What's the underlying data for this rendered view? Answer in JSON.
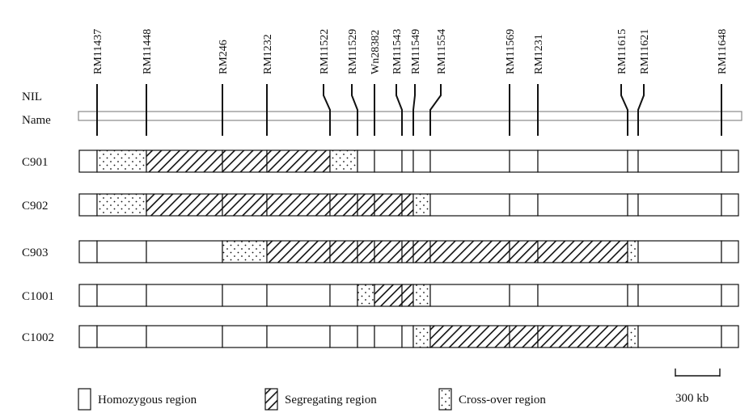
{
  "header_labels": {
    "nil": "NIL",
    "name": "Name"
  },
  "markers": [
    "RM11437",
    "RM11448",
    "RM246",
    "RM1232",
    "RM11522",
    "RM11529",
    "Wn28382",
    "RM11543",
    "RM11549",
    "RM11554",
    "RM11569",
    "RM1231",
    "RM11615",
    "RM11621",
    "RM11648"
  ],
  "lines": [
    {
      "name": "C901",
      "segments": [
        {
          "type": "homozygous"
        },
        {
          "type": "crossover"
        },
        {
          "type": "segregating"
        },
        {
          "type": "segregating"
        },
        {
          "type": "segregating"
        },
        {
          "type": "crossover"
        },
        {
          "type": "homozygous"
        },
        {
          "type": "homozygous"
        },
        {
          "type": "homozygous"
        },
        {
          "type": "homozygous"
        },
        {
          "type": "homozygous"
        },
        {
          "type": "homozygous"
        },
        {
          "type": "homozygous"
        },
        {
          "type": "homozygous"
        },
        {
          "type": "homozygous"
        },
        {
          "type": "homozygous"
        }
      ]
    },
    {
      "name": "C902",
      "segments": [
        {
          "type": "homozygous"
        },
        {
          "type": "crossover"
        },
        {
          "type": "segregating"
        },
        {
          "type": "segregating"
        },
        {
          "type": "segregating"
        },
        {
          "type": "segregating"
        },
        {
          "type": "segregating"
        },
        {
          "type": "segregating"
        },
        {
          "type": "segregating"
        },
        {
          "type": "crossover"
        },
        {
          "type": "homozygous"
        },
        {
          "type": "homozygous"
        },
        {
          "type": "homozygous"
        },
        {
          "type": "homozygous"
        },
        {
          "type": "homozygous"
        },
        {
          "type": "homozygous"
        }
      ]
    },
    {
      "name": "C903",
      "segments": [
        {
          "type": "homozygous"
        },
        {
          "type": "homozygous"
        },
        {
          "type": "homozygous"
        },
        {
          "type": "crossover"
        },
        {
          "type": "segregating"
        },
        {
          "type": "segregating"
        },
        {
          "type": "segregating"
        },
        {
          "type": "segregating"
        },
        {
          "type": "segregating"
        },
        {
          "type": "segregating"
        },
        {
          "type": "segregating"
        },
        {
          "type": "segregating"
        },
        {
          "type": "segregating"
        },
        {
          "type": "crossover"
        },
        {
          "type": "homozygous"
        },
        {
          "type": "homozygous"
        }
      ]
    },
    {
      "name": "C1001",
      "segments": [
        {
          "type": "homozygous"
        },
        {
          "type": "homozygous"
        },
        {
          "type": "homozygous"
        },
        {
          "type": "homozygous"
        },
        {
          "type": "homozygous"
        },
        {
          "type": "homozygous"
        },
        {
          "type": "crossover"
        },
        {
          "type": "segregating"
        },
        {
          "type": "segregating"
        },
        {
          "type": "crossover"
        },
        {
          "type": "homozygous"
        },
        {
          "type": "homozygous"
        },
        {
          "type": "homozygous"
        },
        {
          "type": "homozygous"
        },
        {
          "type": "homozygous"
        },
        {
          "type": "homozygous"
        }
      ]
    },
    {
      "name": "C1002",
      "segments": [
        {
          "type": "homozygous"
        },
        {
          "type": "homozygous"
        },
        {
          "type": "homozygous"
        },
        {
          "type": "homozygous"
        },
        {
          "type": "homozygous"
        },
        {
          "type": "homozygous"
        },
        {
          "type": "homozygous"
        },
        {
          "type": "homozygous"
        },
        {
          "type": "homozygous"
        },
        {
          "type": "crossover"
        },
        {
          "type": "segregating"
        },
        {
          "type": "segregating"
        },
        {
          "type": "segregating"
        },
        {
          "type": "crossover"
        },
        {
          "type": "homozygous"
        },
        {
          "type": "homozygous"
        }
      ]
    }
  ],
  "legend": [
    {
      "type": "homozygous",
      "label": "Homozygous region"
    },
    {
      "type": "segregating",
      "label": "Segregating region"
    },
    {
      "type": "crossover",
      "label": "Cross-over region"
    }
  ],
  "scale_bar": {
    "label": "300 kb"
  }
}
